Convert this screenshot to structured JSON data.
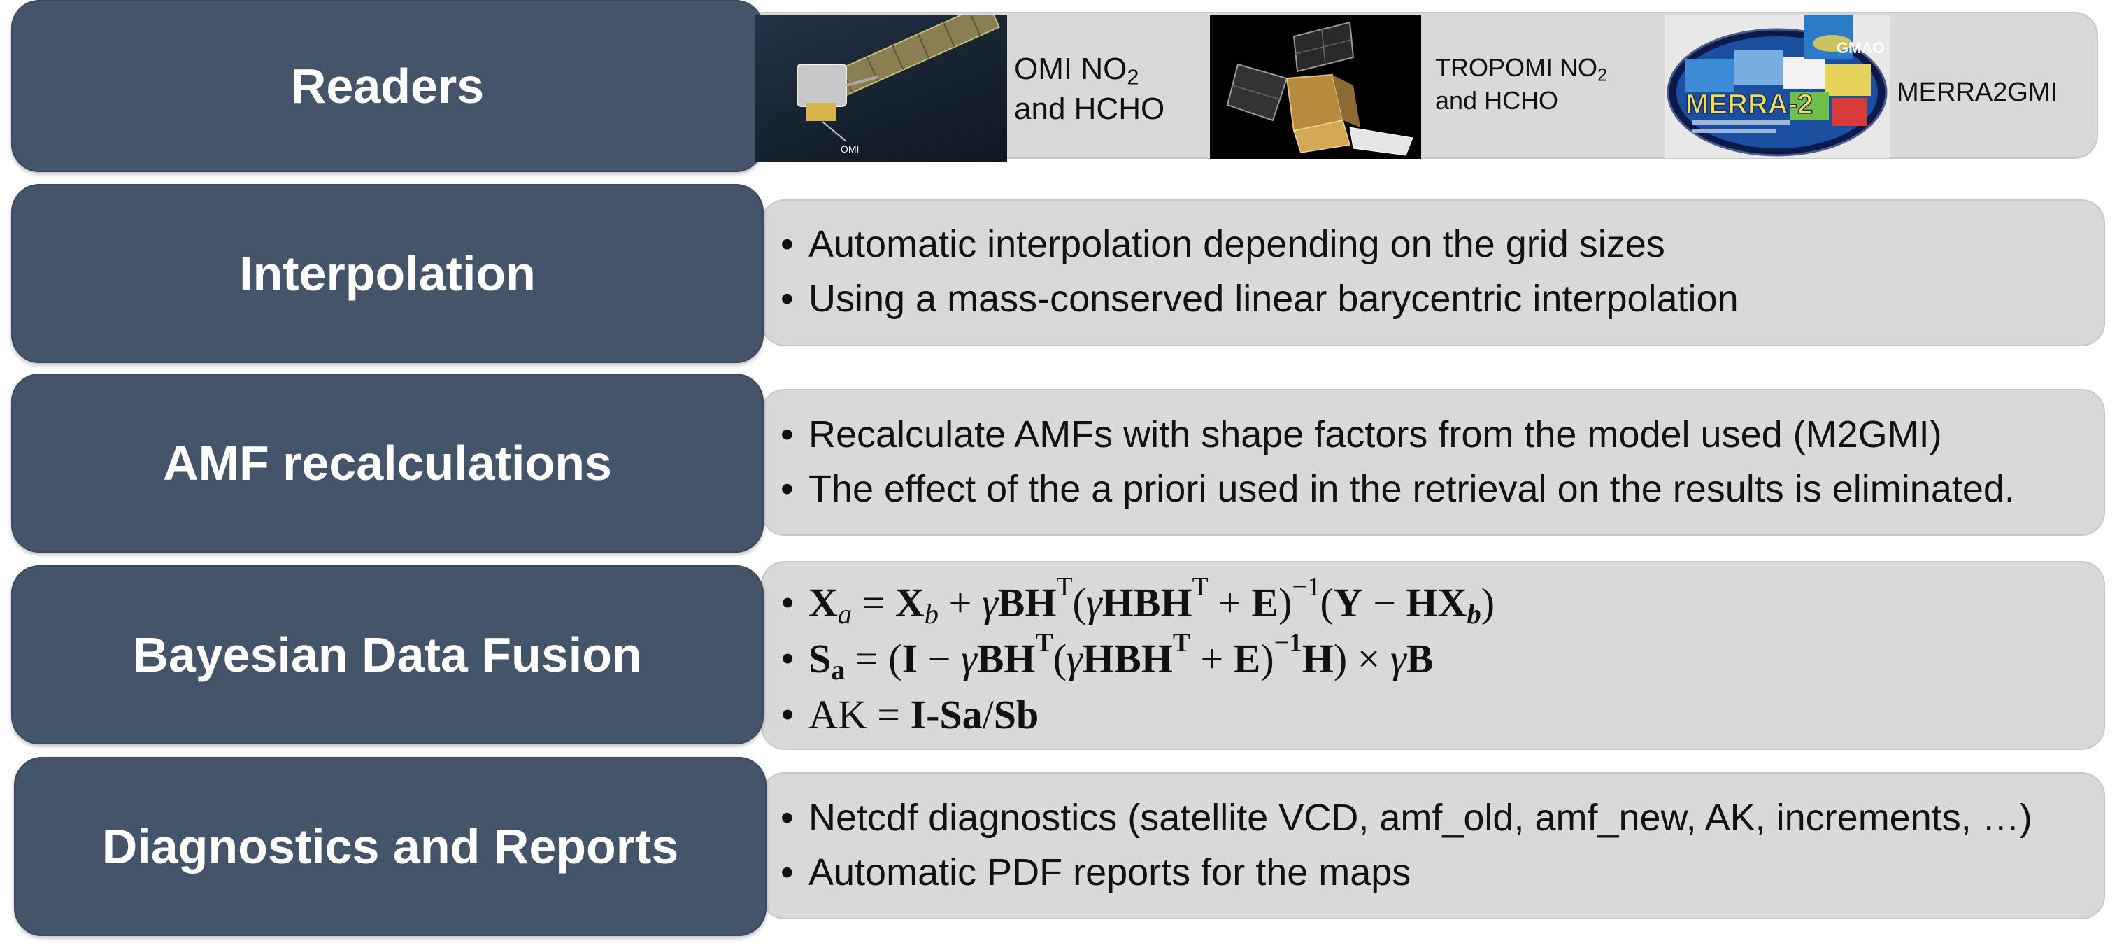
{
  "rows": [
    {
      "label": "Readers"
    },
    {
      "label": "Interpolation",
      "bullets": [
        "Automatic interpolation depending on the grid sizes",
        "Using a mass-conserved linear barycentric interpolation"
      ]
    },
    {
      "label": "AMF recalculations",
      "bullets": [
        "Recalculate AMFs with shape factors from the model used (M2GMI)",
        "The effect of the a priori used in the retrieval on the results is eliminated."
      ]
    },
    {
      "label": "Bayesian Data Fusion"
    },
    {
      "label": "Diagnostics and Reports",
      "bullets": [
        "Netcdf diagnostics (satellite VCD, amf_old, amf_new, AK, increments, …)",
        "Automatic PDF reports for the maps"
      ]
    }
  ],
  "readers": [
    {
      "caption_line1": "OMI NO",
      "subscript": "2",
      "caption_line2": "and HCHO",
      "image_label": "OMI"
    },
    {
      "caption_line1": "TROPOMI NO",
      "subscript": "2",
      "caption_line2": "and HCHO"
    },
    {
      "caption": "MERRA2GMI",
      "logo_text_top": "GMAO",
      "logo_text_main": "MERRA-2"
    }
  ],
  "bullet_glyph": "•",
  "colors": {
    "label_bg": "#445469",
    "panel_bg": "#d9d9d9",
    "label_text": "#ffffff"
  }
}
